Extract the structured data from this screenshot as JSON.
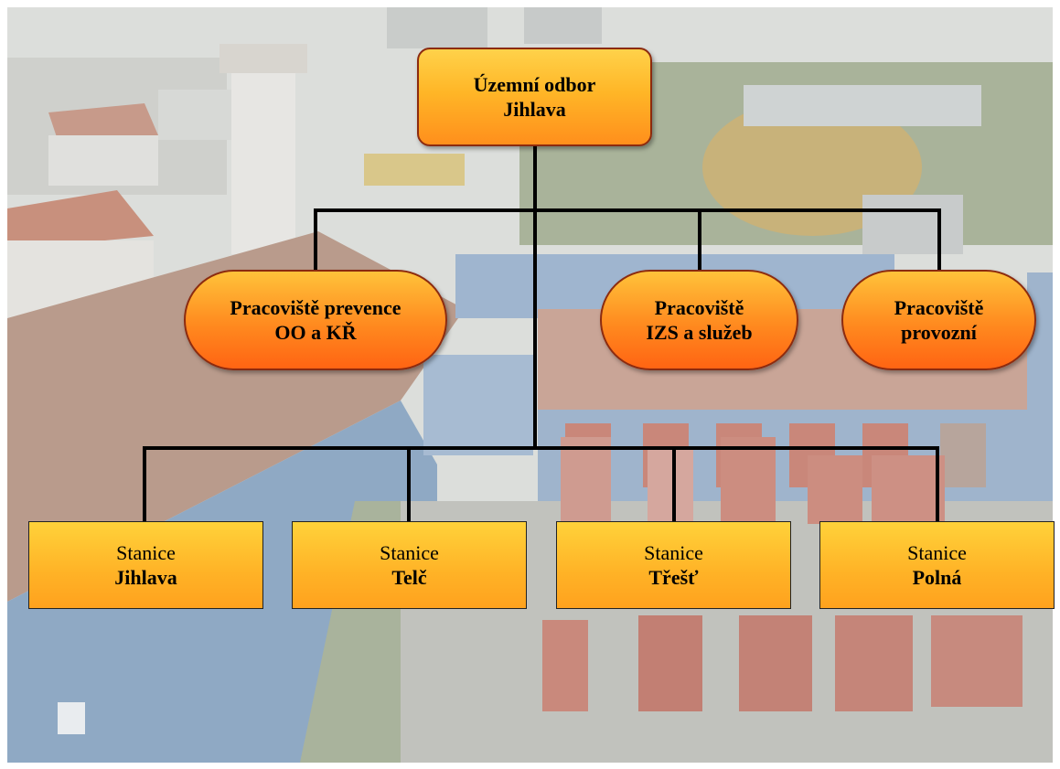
{
  "root": {
    "line1": "Územní odbor",
    "line2": "Jihlava"
  },
  "departments": [
    {
      "line1": "Pracoviště prevence",
      "line2": "OO a KŘ"
    },
    {
      "line1": "Pracoviště",
      "line2": "IZS a služeb"
    },
    {
      "line1": "Pracoviště",
      "line2": "provozní"
    }
  ],
  "stations": [
    {
      "label": "Stanice",
      "name": "Jihlava"
    },
    {
      "label": "Stanice",
      "name": "Telč"
    },
    {
      "label": "Stanice",
      "name": "Třešť"
    },
    {
      "label": "Stanice",
      "name": "Polná"
    }
  ],
  "colors": {
    "root_fill": "#ffb627",
    "department_fill": "#ff8a1f",
    "station_fill": "#ffb226",
    "border": "#8c2b0f",
    "connector": "#000000"
  }
}
